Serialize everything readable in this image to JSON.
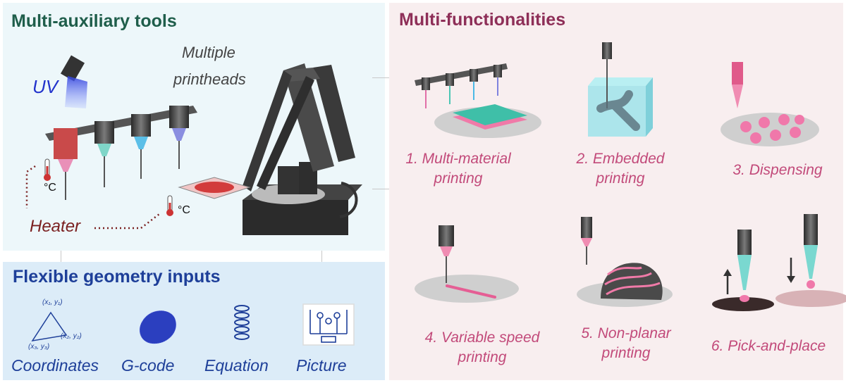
{
  "multi_aux": {
    "title": "Multi-auxiliary tools",
    "uv_label": "UV",
    "printheads_label_line1": "Multiple",
    "printheads_label_line2": "printheads",
    "heater_label": "Heater",
    "temp_unit_1": "°C",
    "temp_unit_2": "°C"
  },
  "geometry_inputs": {
    "title": "Flexible geometry inputs",
    "items": [
      {
        "label": "Coordinates",
        "icon": "triangle-coordinates-icon",
        "coords": [
          "(x₁, y₁)",
          "(x₂, y₂)",
          "(x₃, y₃)"
        ]
      },
      {
        "label": "G-code",
        "icon": "mesh-blob-icon"
      },
      {
        "label": "Equation",
        "icon": "helix-icon"
      },
      {
        "label": "Picture",
        "icon": "circuit-picture-icon"
      }
    ]
  },
  "multi_func": {
    "title": "Multi-functionalities",
    "items": [
      {
        "line1": "1. Multi-material",
        "line2": "printing"
      },
      {
        "line1": "2. Embedded",
        "line2": "printing"
      },
      {
        "line1": "3. Dispensing",
        "line2": ""
      },
      {
        "line1": "4. Variable speed",
        "line2": "printing"
      },
      {
        "line1": "5. Non-planar",
        "line2": "printing"
      },
      {
        "line1": "6. Pick-and-place",
        "line2": ""
      }
    ]
  },
  "colors": {
    "aux_title": "#1f5e4b",
    "geo_title": "#1e3f99",
    "func_title": "#8e2f58",
    "func_label": "#c24a7a",
    "heater": "#7a1f1f",
    "uv": "#2233cc"
  }
}
